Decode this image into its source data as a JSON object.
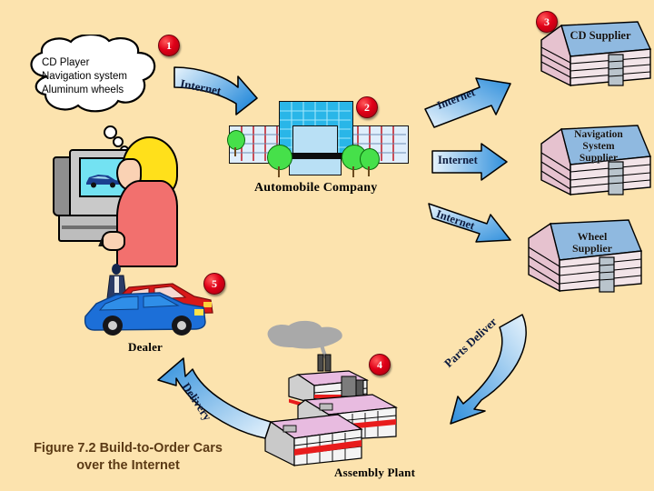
{
  "figure": {
    "background_color": "#fce3ae",
    "caption_line1": "Figure 7.2  Build-to-Order Cars",
    "caption_line2": "over the Internet",
    "caption_color": "#5b3a15"
  },
  "customer": {
    "thought_bubble": {
      "line1": "CD Player",
      "line2": "Navigation system",
      "line3": "Aluminum wheels"
    },
    "icon": "person-at-computer-icon",
    "screen_icon": "car-on-screen-icon"
  },
  "steps": [
    {
      "number": "1",
      "name": "order-placed"
    },
    {
      "number": "2",
      "name": "automobile-company"
    },
    {
      "number": "3",
      "name": "suppliers"
    },
    {
      "number": "4",
      "name": "assembly-plant"
    },
    {
      "number": "5",
      "name": "dealer"
    }
  ],
  "nodes": {
    "automobile_company": {
      "label": "Automobile Company",
      "icon": "office-building-icon"
    },
    "assembly_plant": {
      "label": "Assembly Plant",
      "icon": "factory-icon"
    },
    "dealer": {
      "label": "Dealer",
      "icon": "cars-and-salesperson-icon"
    }
  },
  "suppliers": [
    {
      "label": "CD Supplier",
      "lines": [
        "CD Supplier"
      ],
      "icon": "warehouse-icon"
    },
    {
      "label": "Navigation System Supplier",
      "lines": [
        "Navigation",
        "System",
        "Supplier"
      ],
      "icon": "warehouse-icon"
    },
    {
      "label": "Wheel Supplier",
      "lines": [
        "Wheel",
        "Supplier"
      ],
      "icon": "warehouse-icon"
    }
  ],
  "arrows": [
    {
      "id": "customer-to-company",
      "label": "Internet",
      "style": "straight-tilted-down"
    },
    {
      "id": "company-to-cd-supplier",
      "label": "Internet",
      "style": "straight-tilted-up"
    },
    {
      "id": "company-to-nav-supplier",
      "label": "Internet",
      "style": "straight"
    },
    {
      "id": "company-to-wheel-supplier",
      "label": "Internet",
      "style": "straight-tilted-down"
    },
    {
      "id": "suppliers-to-assembly-plant",
      "label": "Parts Deliver",
      "style": "curved"
    },
    {
      "id": "assembly-plant-to-dealer",
      "label": "Delivery",
      "style": "curved"
    }
  ],
  "colors": {
    "arrow_light": "#d8edfb",
    "arrow_dark": "#2f8fdc",
    "badge_red": "#e00018",
    "supplier_top": "#8fb9e0",
    "supplier_side": "#e6c2cf",
    "building_blue": "#29b6e8",
    "plant_pink": "#e8bbe0",
    "car_red": "#e01c1c",
    "car_blue": "#1c6fd8"
  }
}
